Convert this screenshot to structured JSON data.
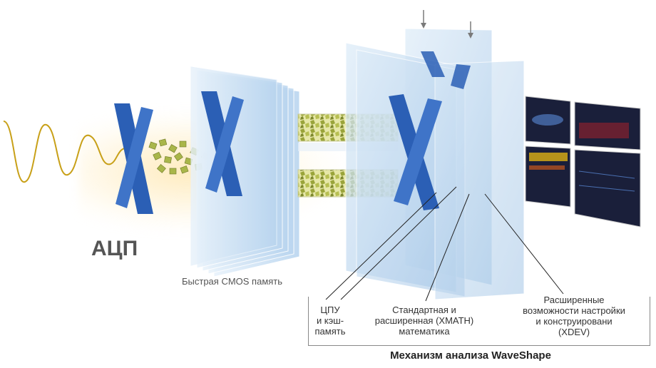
{
  "labels": {
    "adc": "АЦП",
    "cmos_memory": "Быстрая CMOS память",
    "cpu_cache": "ЦПУ\nи кэш-\nпамять",
    "math": "Стандартная и\nрасширенная (XMATH)\nматематика",
    "customization": "Расширенные\nвозможности настройки\nи конструировани\n(XDEV)",
    "caption": "Механизм анализа WaveShape"
  },
  "colors": {
    "x_blue": "#2b5fb5",
    "glass": "#cfe3f5",
    "wave": "#c8a018",
    "particles": "#b8c060"
  }
}
